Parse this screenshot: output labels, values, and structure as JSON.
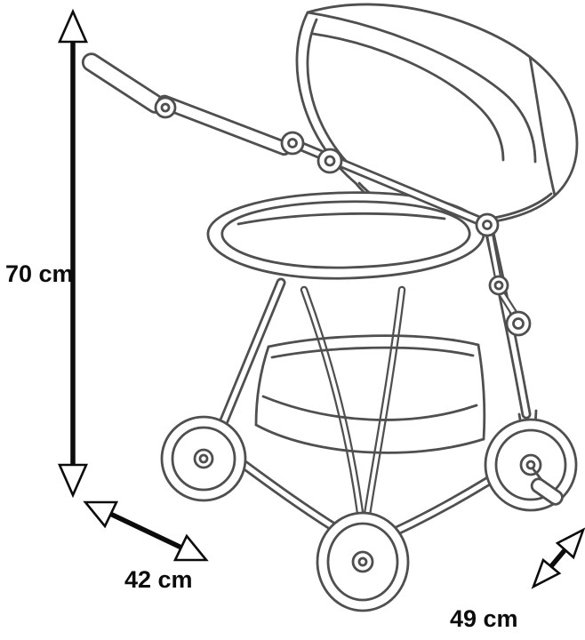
{
  "diagram": {
    "subject": "doll-stroller-line-drawing-with-dimensions",
    "background_color": "#ffffff",
    "illustration_line_color": "#4f4f4f",
    "dimension_color": "#0c0c0c",
    "dimensions": {
      "height": {
        "label": "70 cm"
      },
      "depth": {
        "label": "42 cm"
      },
      "width": {
        "label": "49 cm"
      }
    }
  }
}
